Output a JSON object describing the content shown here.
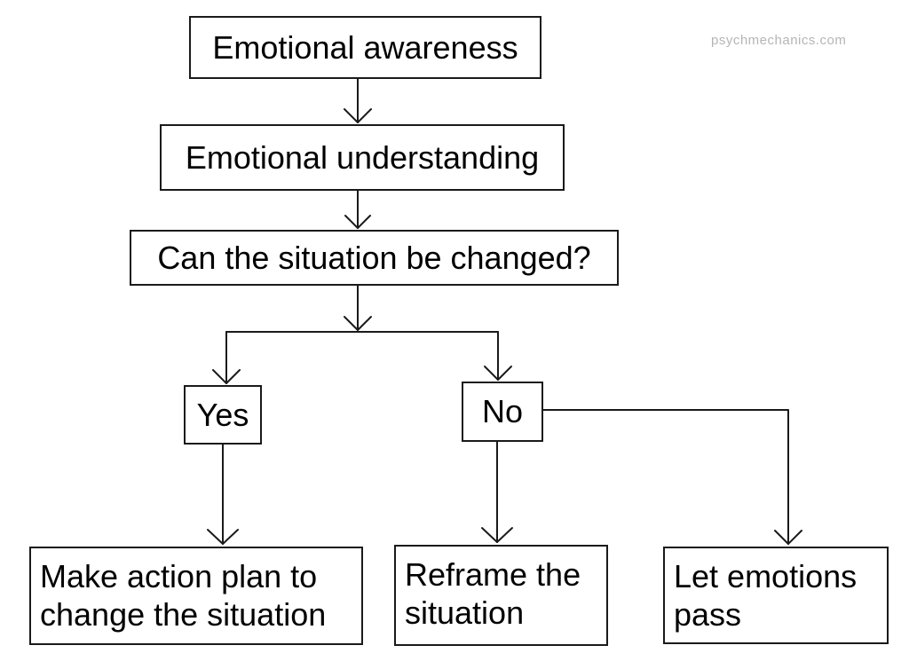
{
  "watermark": "psychmechanics.com",
  "nodes": {
    "awareness": "Emotional awareness",
    "understanding": "Emotional understanding",
    "question": "Can the situation be changed?",
    "yes": "Yes",
    "no": "No",
    "action": [
      "Make action plan to",
      "change the situation"
    ],
    "reframe": [
      "Reframe the",
      "situation"
    ],
    "letpass": [
      "Let emotions",
      "pass"
    ]
  }
}
